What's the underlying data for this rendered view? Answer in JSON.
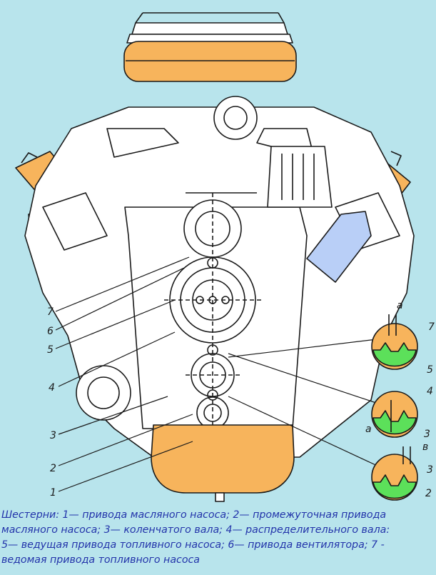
{
  "colors": {
    "background": "#b8e4ec",
    "orange_parts": "#f7b45c",
    "green_gear": "#5ce05a",
    "blue_filter": "#b9cff7",
    "line": "#1a1a1a",
    "caption_text": "#2233aa"
  },
  "callouts": {
    "n7": "7",
    "n6": "6",
    "n5": "5",
    "n4": "4",
    "n3": "3",
    "n2": "2",
    "n1": "1"
  },
  "insets": {
    "top": {
      "label_right_top": "7",
      "label_right_bottom": "5",
      "gap_label": "a"
    },
    "middle": {
      "label_right_top": "4",
      "label_right_bottom": "3",
      "gap_label": "a"
    },
    "bottom": {
      "label_right_top": "3",
      "label_right_bottom": "2",
      "gap_label": "в"
    }
  },
  "caption": {
    "line1": "Шестерни: 1— привода масляного насоса; 2— промежуточная привода",
    "line2": "масляного насоса; 3— коленчатого вала; 4— распределительного вала:",
    "line3": "5— ведущая привода топливного насоса; 6— привода вентилятора; 7 -",
    "line4": "ведомая привода топливного насоса"
  }
}
